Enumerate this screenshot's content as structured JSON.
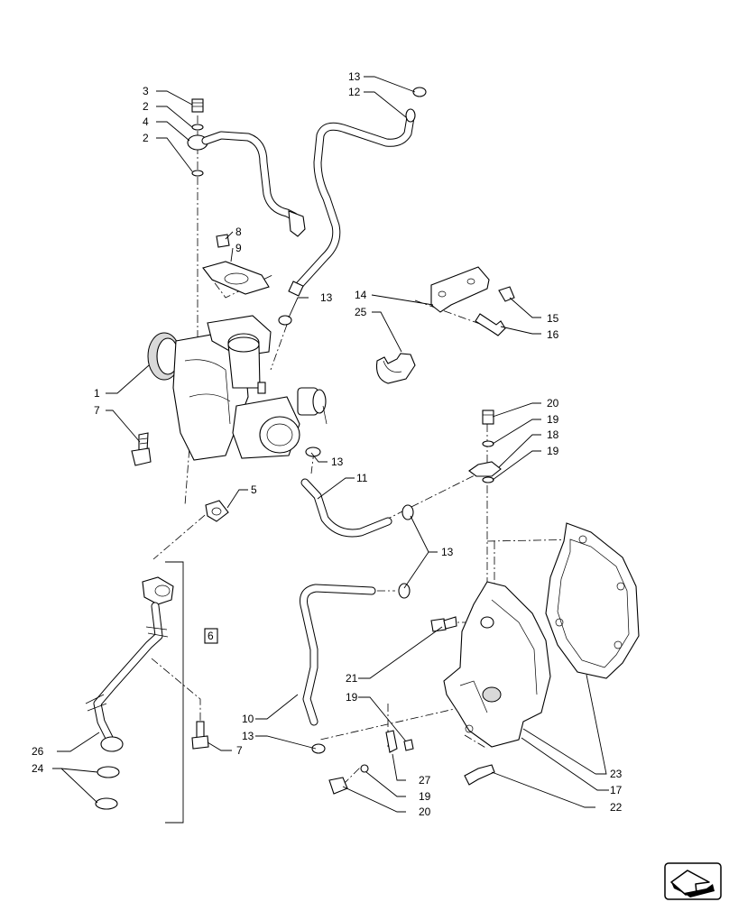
{
  "callouts": {
    "c3": "3",
    "c2a": "2",
    "c4": "4",
    "c2b": "2",
    "c8": "8",
    "c9": "9",
    "c13a": "13",
    "c12": "12",
    "c13b": "13",
    "c14": "14",
    "c25": "25",
    "c15": "15",
    "c16": "16",
    "c1": "1",
    "c7a": "7",
    "c20a": "20",
    "c19a": "19",
    "c18": "18",
    "c19b": "19",
    "c13c": "13",
    "c11": "11",
    "c5": "5",
    "c13d": "13",
    "c6": "6",
    "c21": "21",
    "c19c": "19",
    "c10": "10",
    "c13e": "13",
    "c26": "26",
    "c24": "24",
    "c7b": "7",
    "c23": "23",
    "c27": "27",
    "c17": "17",
    "c19d": "19",
    "c22": "22",
    "c20b": "20"
  },
  "nav_icon": "next-page-arrow-icon"
}
